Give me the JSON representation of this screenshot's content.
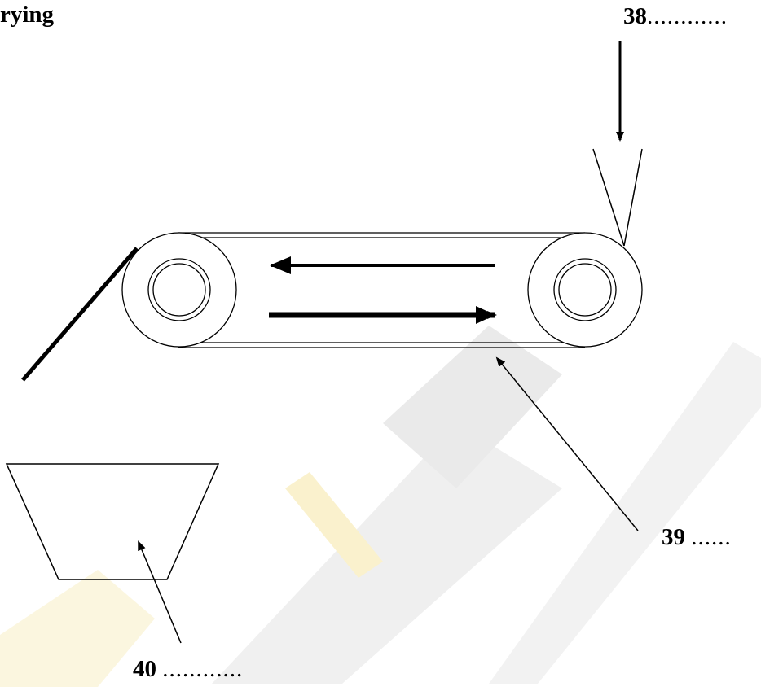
{
  "heading": "rying",
  "labels": {
    "l38_num": "38",
    "l38_dots": "............",
    "l39_num": "39",
    "l39_dots": "......",
    "l40_num": "40",
    "l40_dots": "............"
  },
  "watermark": {
    "color": "#e6e6e6",
    "accent": "#f6e7a6"
  }
}
